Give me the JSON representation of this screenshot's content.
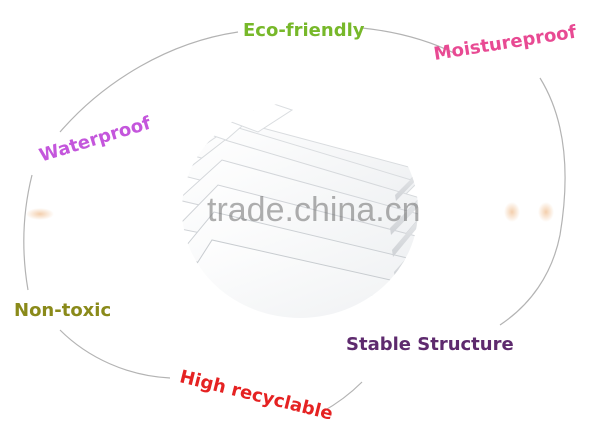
{
  "features": {
    "eco_friendly": {
      "text": "Eco-friendly",
      "color": "#77b82a"
    },
    "moistureproof": {
      "text": "Moistureproof",
      "color": "#e84a93"
    },
    "waterproof": {
      "text": "Waterproof",
      "color": "#c456dc"
    },
    "non_toxic": {
      "text": "Non-toxic",
      "color": "#8a8a1a"
    },
    "stable_structure": {
      "text": "Stable Structure",
      "color": "#5e2a6e"
    },
    "high_recyclable": {
      "text": "High recyclable",
      "color": "#e52222"
    }
  },
  "watermark": {
    "text": "trade.china.cn"
  },
  "image": {
    "subject": "stack of white PVC foam boards",
    "icon": "foam-board-stack-image"
  }
}
